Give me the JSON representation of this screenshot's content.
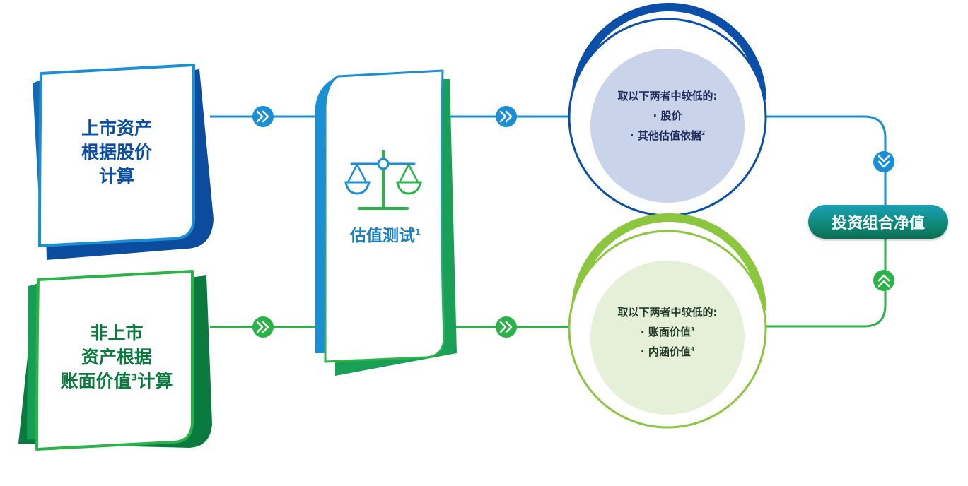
{
  "colors": {
    "blue_dark": "#0a4fa3",
    "blue": "#1a8fd6",
    "green_dark": "#0b7a3e",
    "green": "#2bb34a",
    "lime": "#8cc63f",
    "blue_circle_fill": "#c9d3ea",
    "green_circle_fill": "#e6f0d8",
    "pill": "#0e8a7a"
  },
  "listed_box": {
    "lines": [
      "上市资产",
      "根据股价",
      "计算"
    ]
  },
  "unlisted_box": {
    "lines": [
      "非上市",
      "资产根据",
      "账面价值"
    ],
    "sup": "3",
    "tail": "计算"
  },
  "valuation_test": {
    "label": "估值测试",
    "sup": "1",
    "icon": "scale-icon"
  },
  "upper_circle": {
    "title": "取以下两者中较低的:",
    "items": [
      {
        "text": "· 股价",
        "sup": ""
      },
      {
        "text": "· 其他估值依据",
        "sup": "2"
      }
    ]
  },
  "lower_circle": {
    "title": "取以下两者中较低的:",
    "items": [
      {
        "text": "· 账面价值",
        "sup": "3"
      },
      {
        "text": "· 内涵价值",
        "sup": "4"
      }
    ]
  },
  "result": {
    "label": "投资组合净值"
  },
  "arrow_icons": [
    "double-chevron-right-icon",
    "double-chevron-down-icon",
    "double-chevron-up-icon"
  ]
}
